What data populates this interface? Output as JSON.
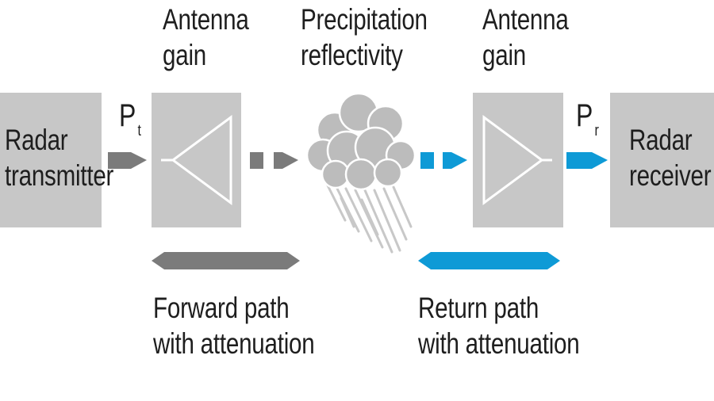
{
  "diagram": {
    "top_labels": {
      "antenna_gain_tx": [
        "Antenna",
        "gain"
      ],
      "precipitation": [
        "Precipitation",
        "reflectivity"
      ],
      "antenna_gain_rx": [
        "Antenna",
        "gain"
      ]
    },
    "transmitter": [
      "Radar",
      "transmitter"
    ],
    "receiver": [
      "Radar",
      "receiver"
    ],
    "power_tx": {
      "symbol": "P",
      "subscript": "t"
    },
    "power_rx": {
      "symbol": "P",
      "subscript": "r"
    },
    "forward_path": [
      "Forward path",
      "with attenuation"
    ],
    "return_path": [
      "Return path",
      "with attenuation"
    ]
  },
  "colors": {
    "box_fill": "#c7c7c7",
    "forward_arrow": "#7b7b7b",
    "return_arrow": "#0e9ad6",
    "cloud": "#bdbdbd",
    "text": "#1e1e1e"
  }
}
